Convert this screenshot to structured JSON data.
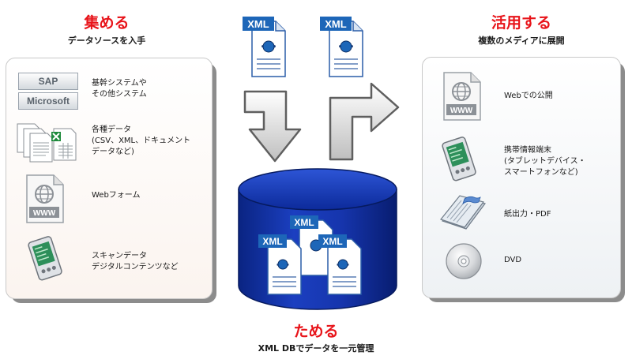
{
  "left": {
    "title": "集める",
    "subtitle": "データソースを入手",
    "badges": [
      "SAP",
      "Microsoft"
    ],
    "items": [
      {
        "line1": "基幹システムや",
        "line2": "その他システム",
        "line3": ""
      },
      {
        "line1": "各種データ",
        "line2": "(CSV、XML、ドキュメント",
        "line3": "データなど)"
      },
      {
        "line1": "Webフォーム",
        "line2": "",
        "line3": ""
      },
      {
        "line1": "スキャンデータ",
        "line2": "デジタルコンテンツなど",
        "line3": ""
      }
    ]
  },
  "right": {
    "title": "活用する",
    "subtitle": "複数のメディアに展開",
    "items": [
      {
        "line1": "Webでの公開",
        "line2": "",
        "line3": ""
      },
      {
        "line1": "携帯情報端末",
        "line2": "(タブレットデバイス・",
        "line3": "スマートフォンなど)"
      },
      {
        "line1": "紙出力・PDF",
        "line2": "",
        "line3": ""
      },
      {
        "line1": "DVD",
        "line2": "",
        "line3": ""
      }
    ]
  },
  "center": {
    "title": "ためる",
    "subtitle": "XML DBでデータを一元管理",
    "xml_label": "XML",
    "www_label": "WWW"
  },
  "colors": {
    "accent": "#e8141a",
    "db_blue": "#0a2aa0",
    "xml_blue": "#1d66b8",
    "left_panel": "#fbf4ef",
    "right_panel": "#eef1f4"
  }
}
